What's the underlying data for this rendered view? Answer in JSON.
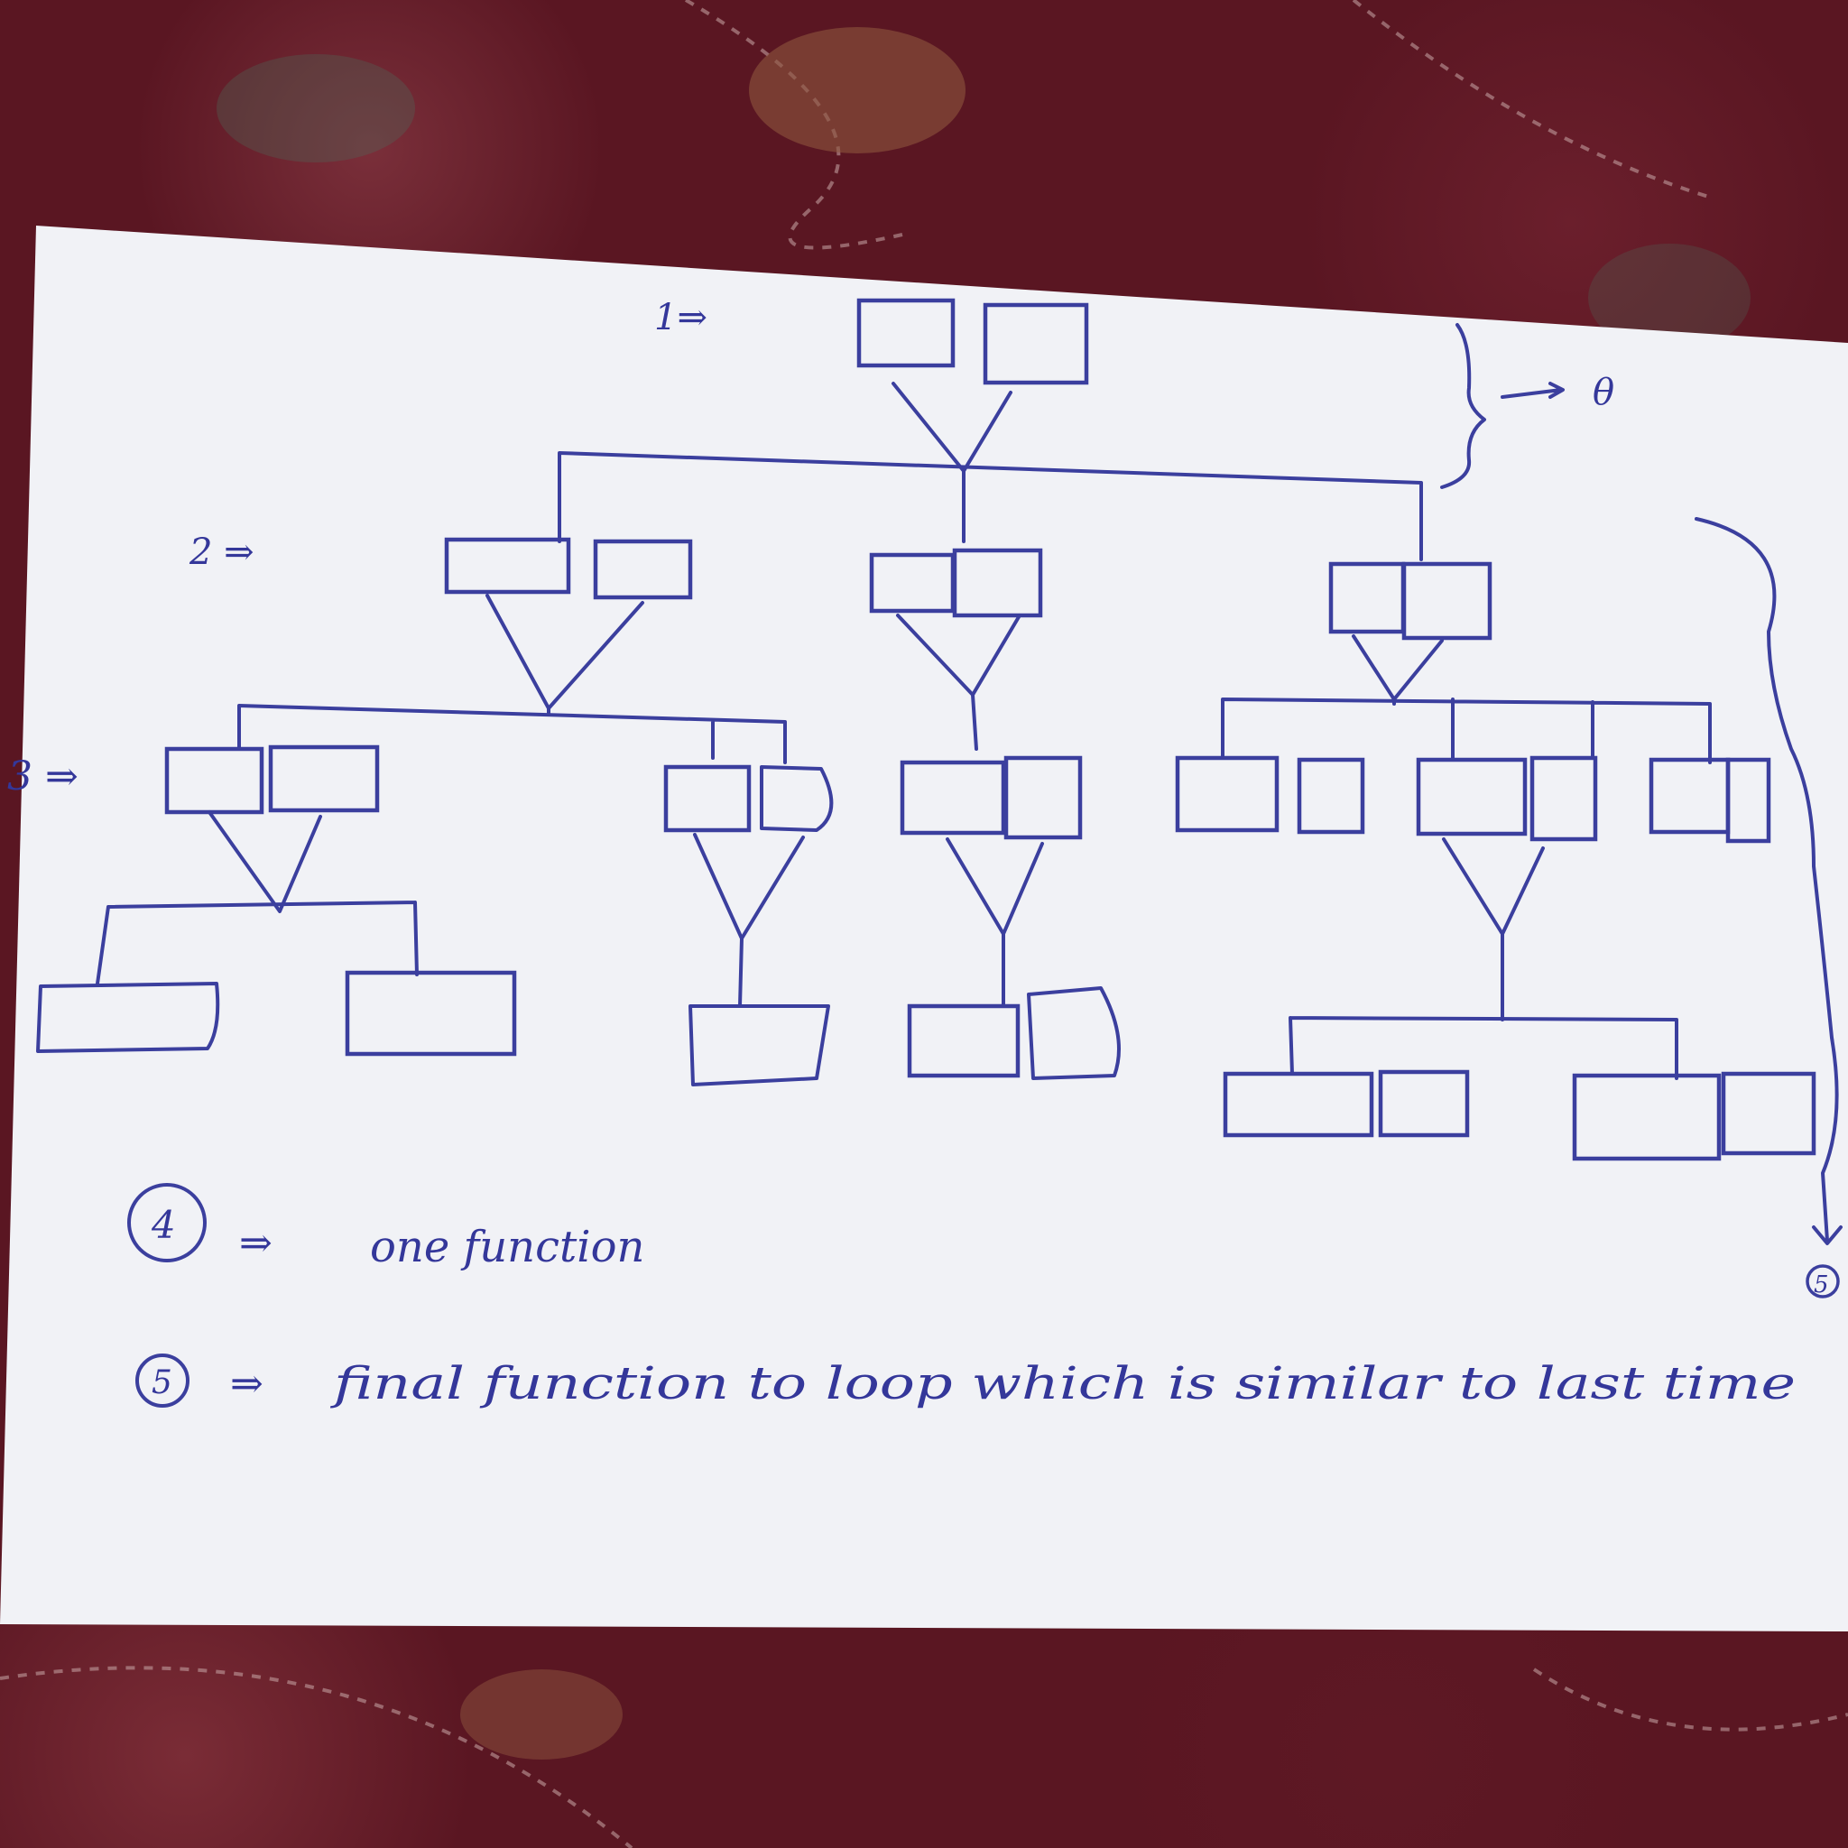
{
  "level_labels": {
    "l1": "1⇒",
    "l2": "2 ⇒",
    "l3": "3 ⇒"
  },
  "side_marks": {
    "theta": "θ",
    "five": "5"
  },
  "notes": {
    "n4_num": "4",
    "n4_arrow": "⇒",
    "n4_text": "one function",
    "n5_num": "5",
    "n5_arrow": "⇒",
    "n5_text": "final function to loop which is similar to last time"
  }
}
